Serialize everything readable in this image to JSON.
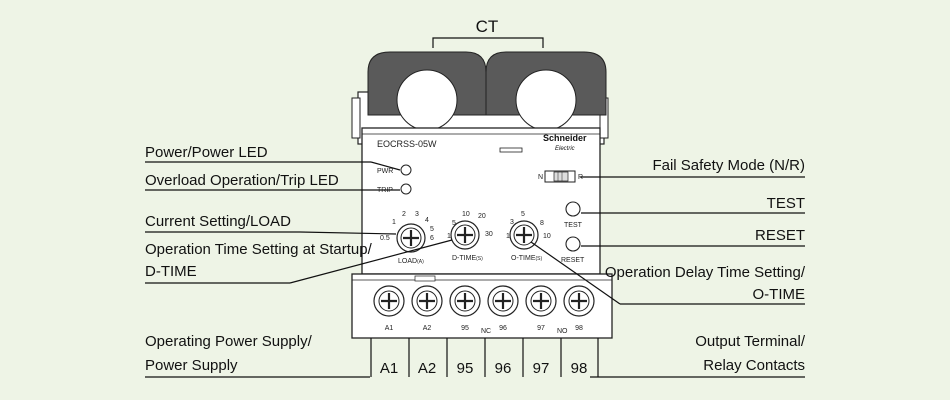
{
  "ct_label": "CT",
  "model": "EOCRSS-05W",
  "brand": "Schneider",
  "brand_sub": "Electric",
  "leds": {
    "pwr": "PWR",
    "trip": "TRIP"
  },
  "switch": {
    "n": "N",
    "r": "R"
  },
  "buttons": {
    "test": "TEST",
    "reset": "RESET"
  },
  "dials": {
    "load": {
      "label": "LOAD",
      "unit": "(A)",
      "ticks": [
        "1",
        "2",
        "3",
        "4",
        "5",
        "6",
        "0.5"
      ]
    },
    "dtime": {
      "label": "D-TIME",
      "unit": "(S)",
      "ticks": [
        "5",
        "10",
        "20",
        "30",
        "1"
      ]
    },
    "otime": {
      "label": "O-TIME",
      "unit": "(S)",
      "ticks": [
        "3",
        "5",
        "8",
        "10",
        "1"
      ]
    }
  },
  "terminals": [
    "A1",
    "A2",
    "95",
    "96",
    "97",
    "98"
  ],
  "terminal_groups": {
    "nc": "NC",
    "no": "NO"
  },
  "callouts": {
    "power_led": "Power/Power LED",
    "overload_led": "Overload Operation/Trip LED",
    "current_setting": "Current Setting/LOAD",
    "op_time_1": "Operation Time Setting at Startup/",
    "op_time_2": "D-TIME",
    "fail_safety": "Fail Safety Mode (N/R)",
    "test": "TEST",
    "reset": "RESET",
    "op_delay_1": "Operation Delay Time Setting/",
    "op_delay_2": "O-TIME",
    "supply_1": "Operating Power Supply/",
    "supply_2": "Power Supply",
    "output_1": "Output Terminal/",
    "output_2": "Relay Contacts"
  },
  "colors": {
    "background": "#eef4e6",
    "ct": "#555555"
  }
}
